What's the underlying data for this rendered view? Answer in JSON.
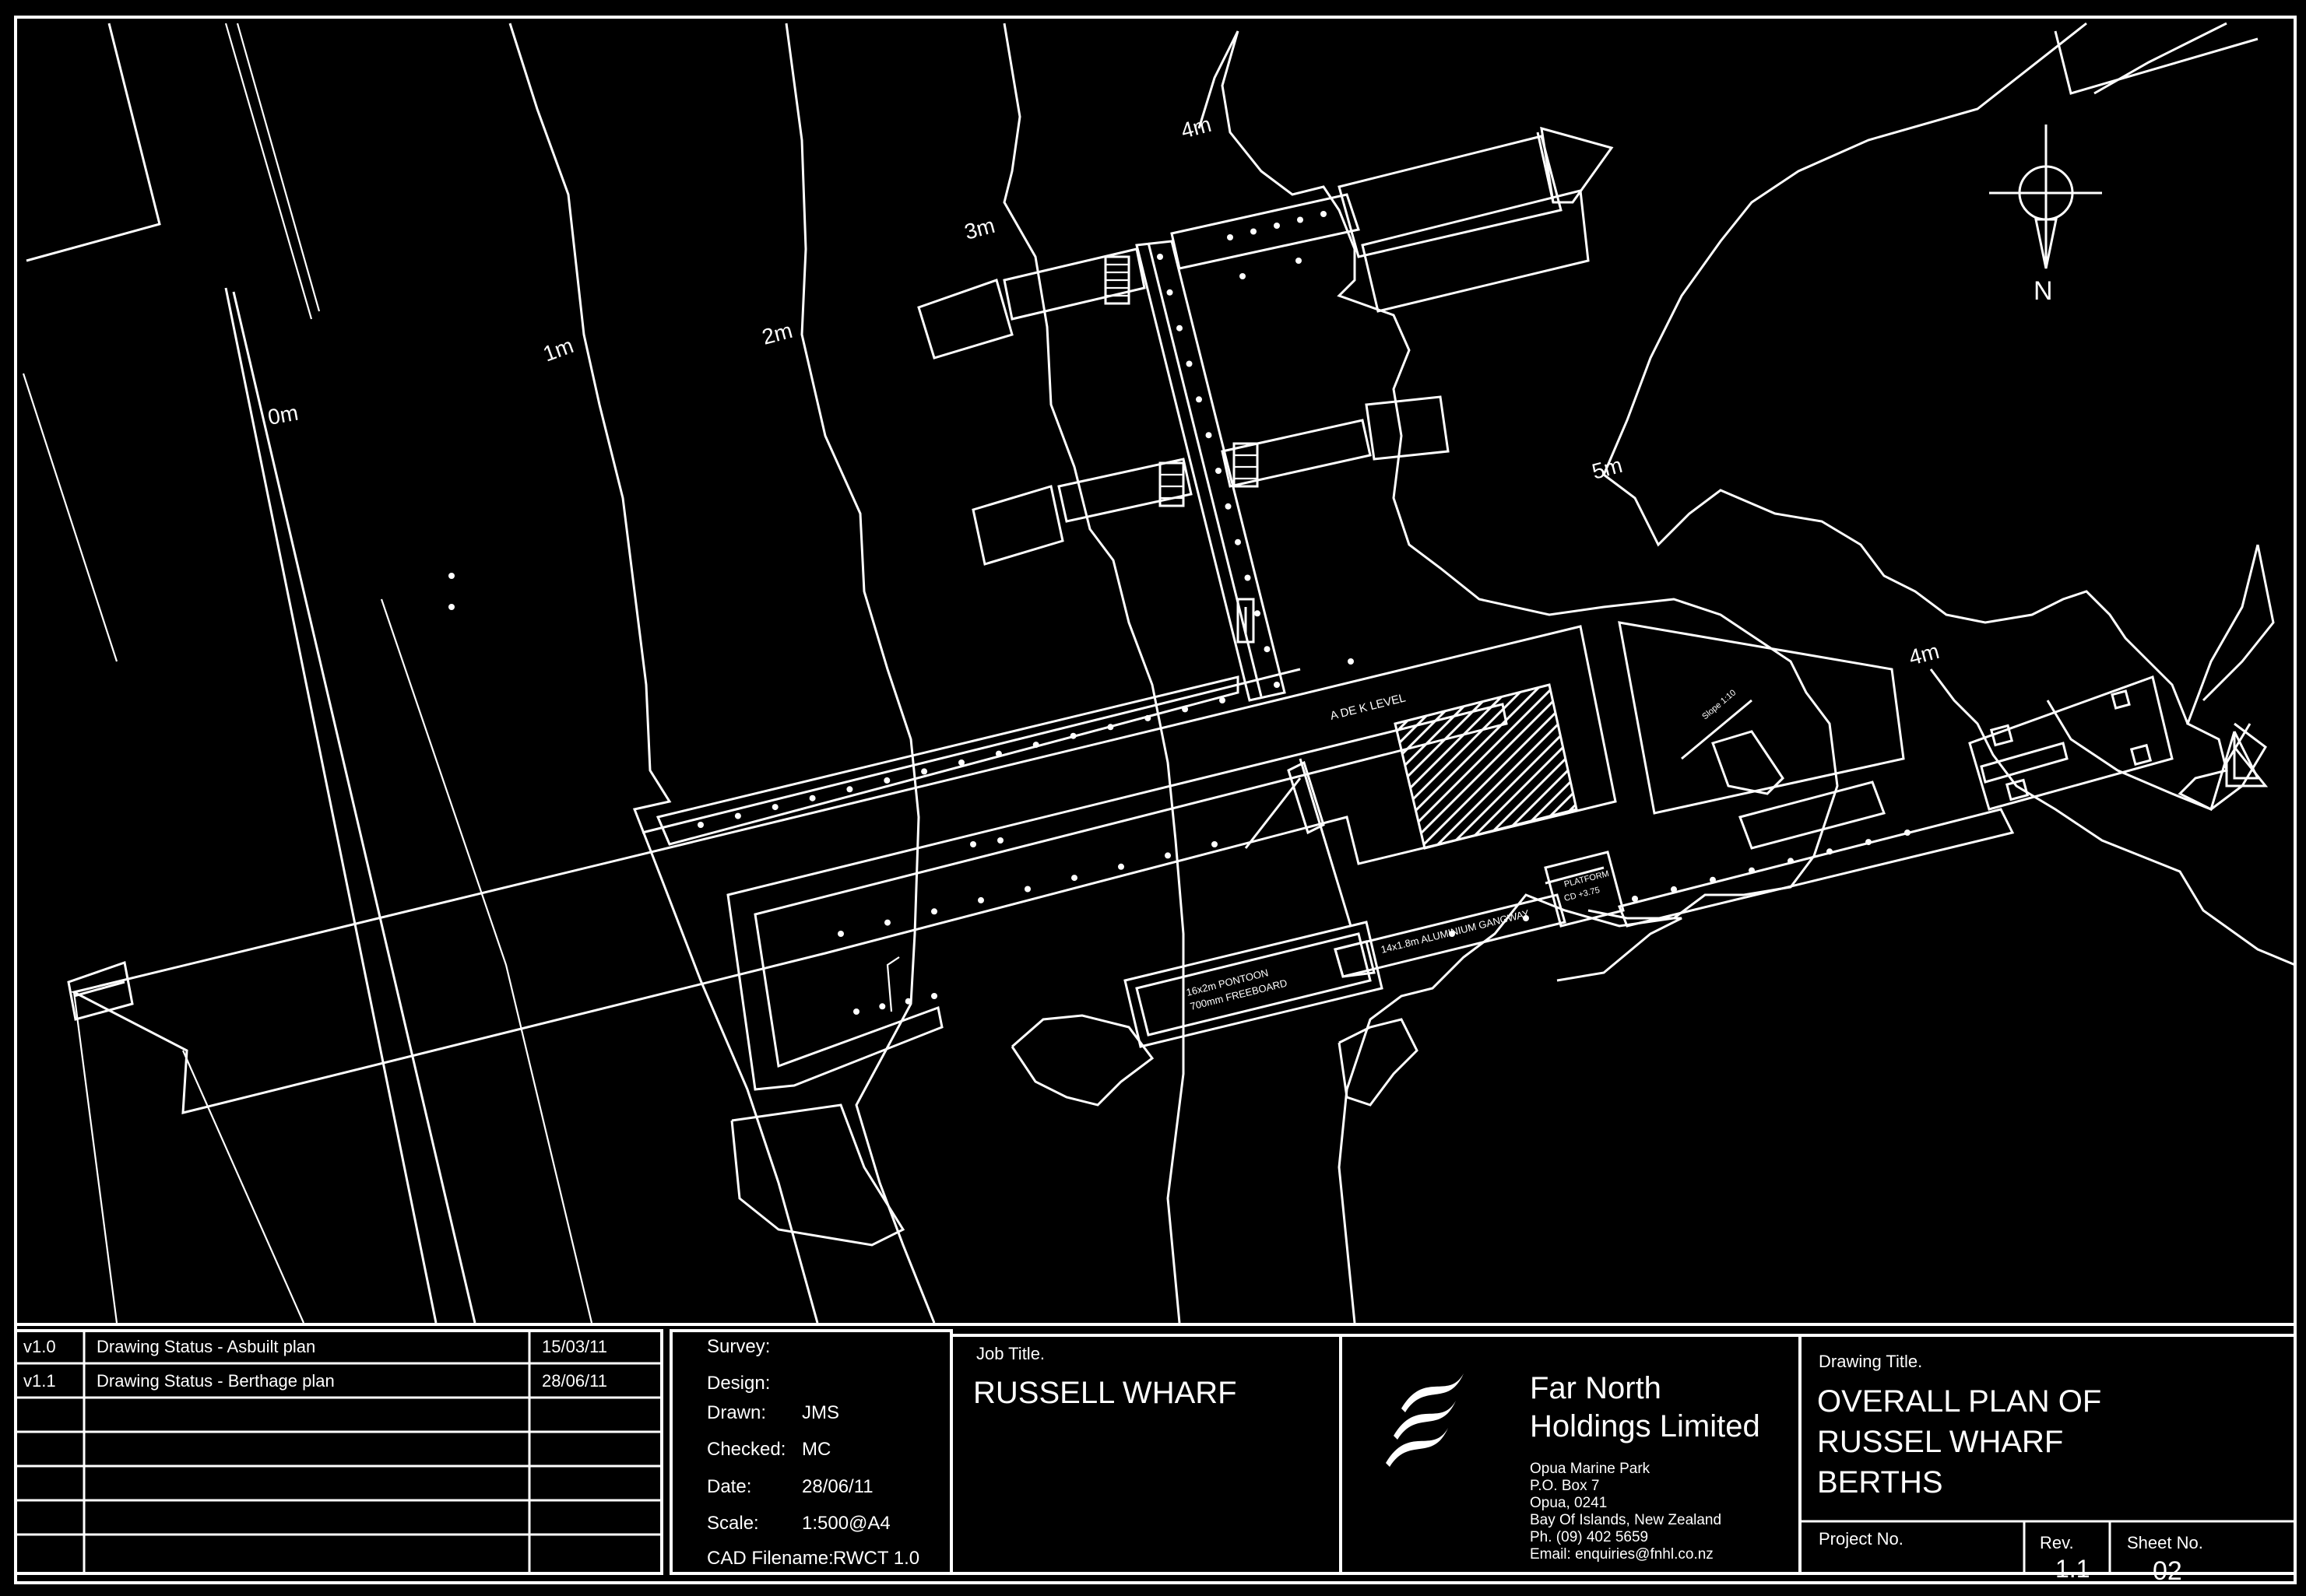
{
  "plan": {
    "contours": [
      {
        "label": "0m"
      },
      {
        "label": "1m"
      },
      {
        "label": "2m"
      },
      {
        "label": "3m"
      },
      {
        "label": "4m"
      },
      {
        "label": "5m"
      },
      {
        "label": "4m"
      }
    ],
    "north_label": "N",
    "annotations": {
      "deck_level": "A  DE  K LEVEL",
      "pontoon_1": "16x2m PONTOON",
      "pontoon_2": "700mm FREEBOARD",
      "gangway": "14x1.8m ALUMINIUM GANGWAY",
      "platform_1": "PLATFORM",
      "platform_2": "CD +3.75",
      "slope": "Slope 1:10"
    }
  },
  "revisions": [
    {
      "rev": "v1.0",
      "desc": "Drawing Status - Asbuilt plan",
      "date": "15/03/11"
    },
    {
      "rev": "v1.1",
      "desc": "Drawing Status - Berthage plan",
      "date": "28/06/11"
    }
  ],
  "details": {
    "survey_label": "Survey:",
    "survey_value": "",
    "design_label": "Design:",
    "design_value": "",
    "drawn_label": "Drawn:",
    "drawn_value": "JMS",
    "checked_label": "Checked:",
    "checked_value": "MC",
    "date_label": "Date:",
    "date_value": "28/06/11",
    "scale_label": "Scale:",
    "scale_value": "1:500@A4",
    "cad_label": "CAD Filename:",
    "cad_value": "RWCT 1.0"
  },
  "job": {
    "label": "Job Title.",
    "title": "RUSSELL WHARF"
  },
  "company": {
    "name_line1": "Far North",
    "name_line2": "Holdings Limited",
    "address": [
      "Opua Marine Park",
      "P.O. Box 7",
      "Opua, 0241",
      "Bay Of Islands, New Zealand",
      "Ph. (09) 402 5659",
      "Email: enquiries@fnhl.co.nz"
    ]
  },
  "drawing": {
    "label": "Drawing Title.",
    "title_lines": [
      "OVERALL PLAN OF",
      "RUSSEL WHARF",
      "BERTHS"
    ],
    "project_label": "Project No.",
    "project_value": "",
    "rev_label": "Rev.",
    "rev_value": "1.1",
    "sheet_label": "Sheet No.",
    "sheet_value": "02"
  }
}
